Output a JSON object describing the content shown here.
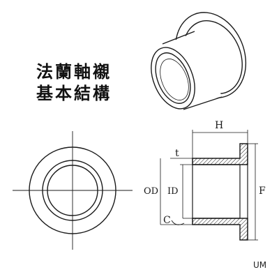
{
  "title": {
    "line1": "法蘭軸襯",
    "line2": "基本結構"
  },
  "dimensions": {
    "height": "H",
    "thickness": "t",
    "outer_diameter": "OD",
    "inner_diameter": "ID",
    "flange_diameter": "F",
    "chamfer": "C"
  },
  "watermark": "UM",
  "colors": {
    "line": "#1a1a1a",
    "hatch": "#1a1a1a",
    "background": "#ffffff"
  }
}
